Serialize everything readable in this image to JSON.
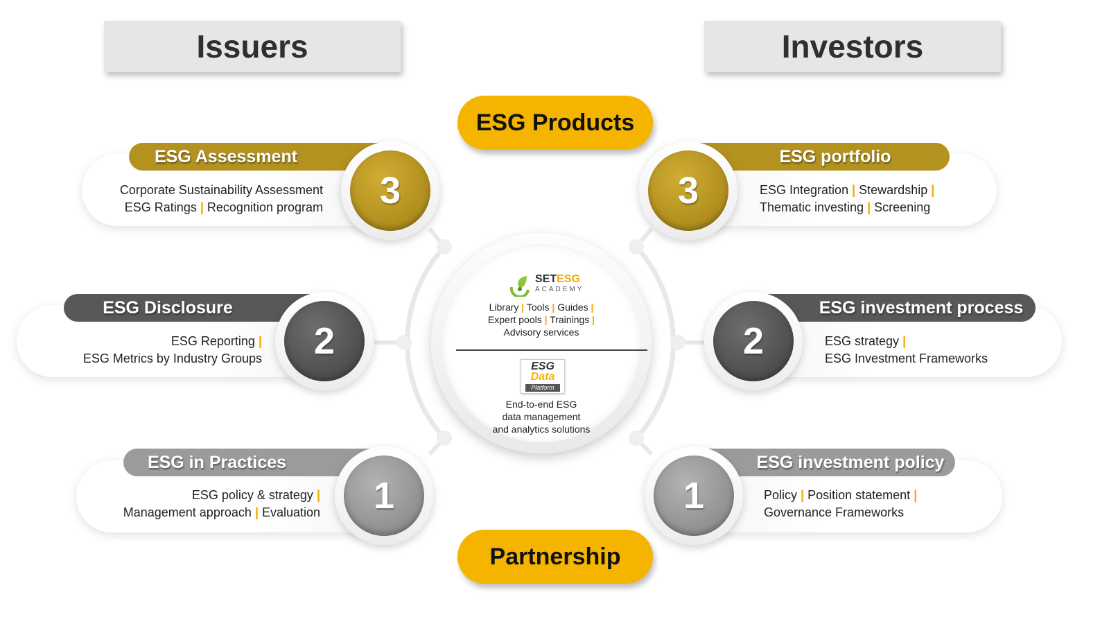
{
  "headers": {
    "issuers": "Issuers",
    "investors": "Investors"
  },
  "pills": {
    "top": "ESG Products",
    "bottom": "Partnership"
  },
  "center": {
    "academy_logo": {
      "set": "SET",
      "esg": "ESG",
      "sub": "ACADEMY"
    },
    "academy_lines": [
      [
        "Library",
        "Tools",
        "Guides"
      ],
      [
        "Expert pools",
        "Trainings"
      ],
      [
        "Advisory services"
      ]
    ],
    "data_logo": {
      "line1": "ESG",
      "line2": "Data",
      "line3": "Platform"
    },
    "data_lines": [
      "End-to-end ESG",
      "data management",
      "and analytics solutions"
    ]
  },
  "issuers": [
    {
      "number": "3",
      "title": "ESG Assessment",
      "lines": [
        [
          "Corporate Sustainability Assessment"
        ],
        [
          "ESG Ratings",
          "Recognition program"
        ]
      ]
    },
    {
      "number": "2",
      "title": "ESG Disclosure",
      "lines": [
        [
          "ESG Reporting",
          ""
        ],
        [
          "ESG Metrics by Industry Groups"
        ]
      ]
    },
    {
      "number": "1",
      "title": "ESG in Practices",
      "lines": [
        [
          "ESG policy & strategy",
          ""
        ],
        [
          "Management approach",
          "Evaluation"
        ]
      ]
    }
  ],
  "investors": [
    {
      "number": "3",
      "title": "ESG portfolio",
      "lines": [
        [
          "ESG Integration",
          "Stewardship",
          ""
        ],
        [
          "Thematic investing",
          "Screening"
        ]
      ]
    },
    {
      "number": "2",
      "title": "ESG investment process",
      "lines": [
        [
          "ESG strategy",
          ""
        ],
        [
          "ESG Investment Frameworks"
        ]
      ]
    },
    {
      "number": "1",
      "title": "ESG investment policy",
      "lines": [
        [
          "Policy",
          "Position statement",
          ""
        ],
        [
          "Governance Frameworks"
        ]
      ]
    }
  ],
  "colors": {
    "gold": "#b3921f",
    "dark_gray": "#585858",
    "light_gray": "#9b9b9b",
    "accent": "#f5b400",
    "separator": "#f5a800"
  },
  "icons": {
    "academy": "leaf-icon"
  }
}
